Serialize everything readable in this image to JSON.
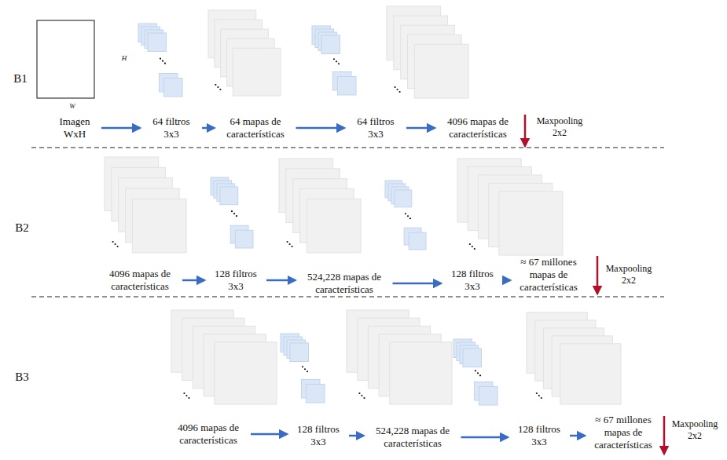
{
  "diagram": {
    "nodes": [
      {
        "text": [
          "Imagen WxH"
        ]
      },
      {
        "text": [
          "64 filtros 3x3"
        ]
      },
      {
        "text": [
          "64 mapas de características"
        ]
      },
      {
        "text": [
          "64 filtros 3x3"
        ]
      },
      {
        "text": [
          "4096 mapas de características"
        ]
      },
      {
        "text": [
          "4096 mapas de características"
        ]
      },
      {
        "text": [
          "128 filtros 3x3"
        ]
      },
      {
        "text": [
          "524,228 mapas de características"
        ]
      },
      {
        "text": [
          "128 filtros 3x3"
        ]
      },
      {
        "text": [
          "≈ 67 millones mapas de características"
        ]
      },
      {
        "text": [
          "4096 mapas de características"
        ]
      },
      {
        "text": [
          "128 filtros 3x3"
        ]
      },
      {
        "text": [
          "524,228 mapas de características"
        ]
      },
      {
        "text": [
          "128 filtros 3x3"
        ]
      },
      {
        "text": [
          "≈ 67 millones mapas de características"
        ]
      }
    ],
    "edges": [
      {
        "from": 0,
        "to": 1,
        "arrow": "to"
      },
      {
        "from": 1,
        "to": 2,
        "arrow": "to"
      },
      {
        "from": 2,
        "to": 3,
        "arrow": "to"
      },
      {
        "from": 3,
        "to": 4,
        "arrow": "to"
      },
      {
        "from": 5,
        "to": 6,
        "arrow": "to"
      },
      {
        "from": 6,
        "to": 7,
        "arrow": "to"
      },
      {
        "from": 7,
        "to": 8,
        "arrow": "to"
      },
      {
        "from": 8,
        "to": 9,
        "arrow": "to"
      },
      {
        "from": 10,
        "to": 11,
        "arrow": "to"
      },
      {
        "from": 11,
        "to": 12,
        "arrow": "to"
      },
      {
        "from": 12,
        "to": 13,
        "arrow": "to"
      },
      {
        "from": 13,
        "to": 14,
        "arrow": "to"
      }
    ],
    "labels": [
      "B1",
      "B2",
      "B3",
      "H",
      "W",
      "Maxpooling 2x2",
      "Maxpooling 2x2",
      "Maxpooling 2x2"
    ]
  }
}
